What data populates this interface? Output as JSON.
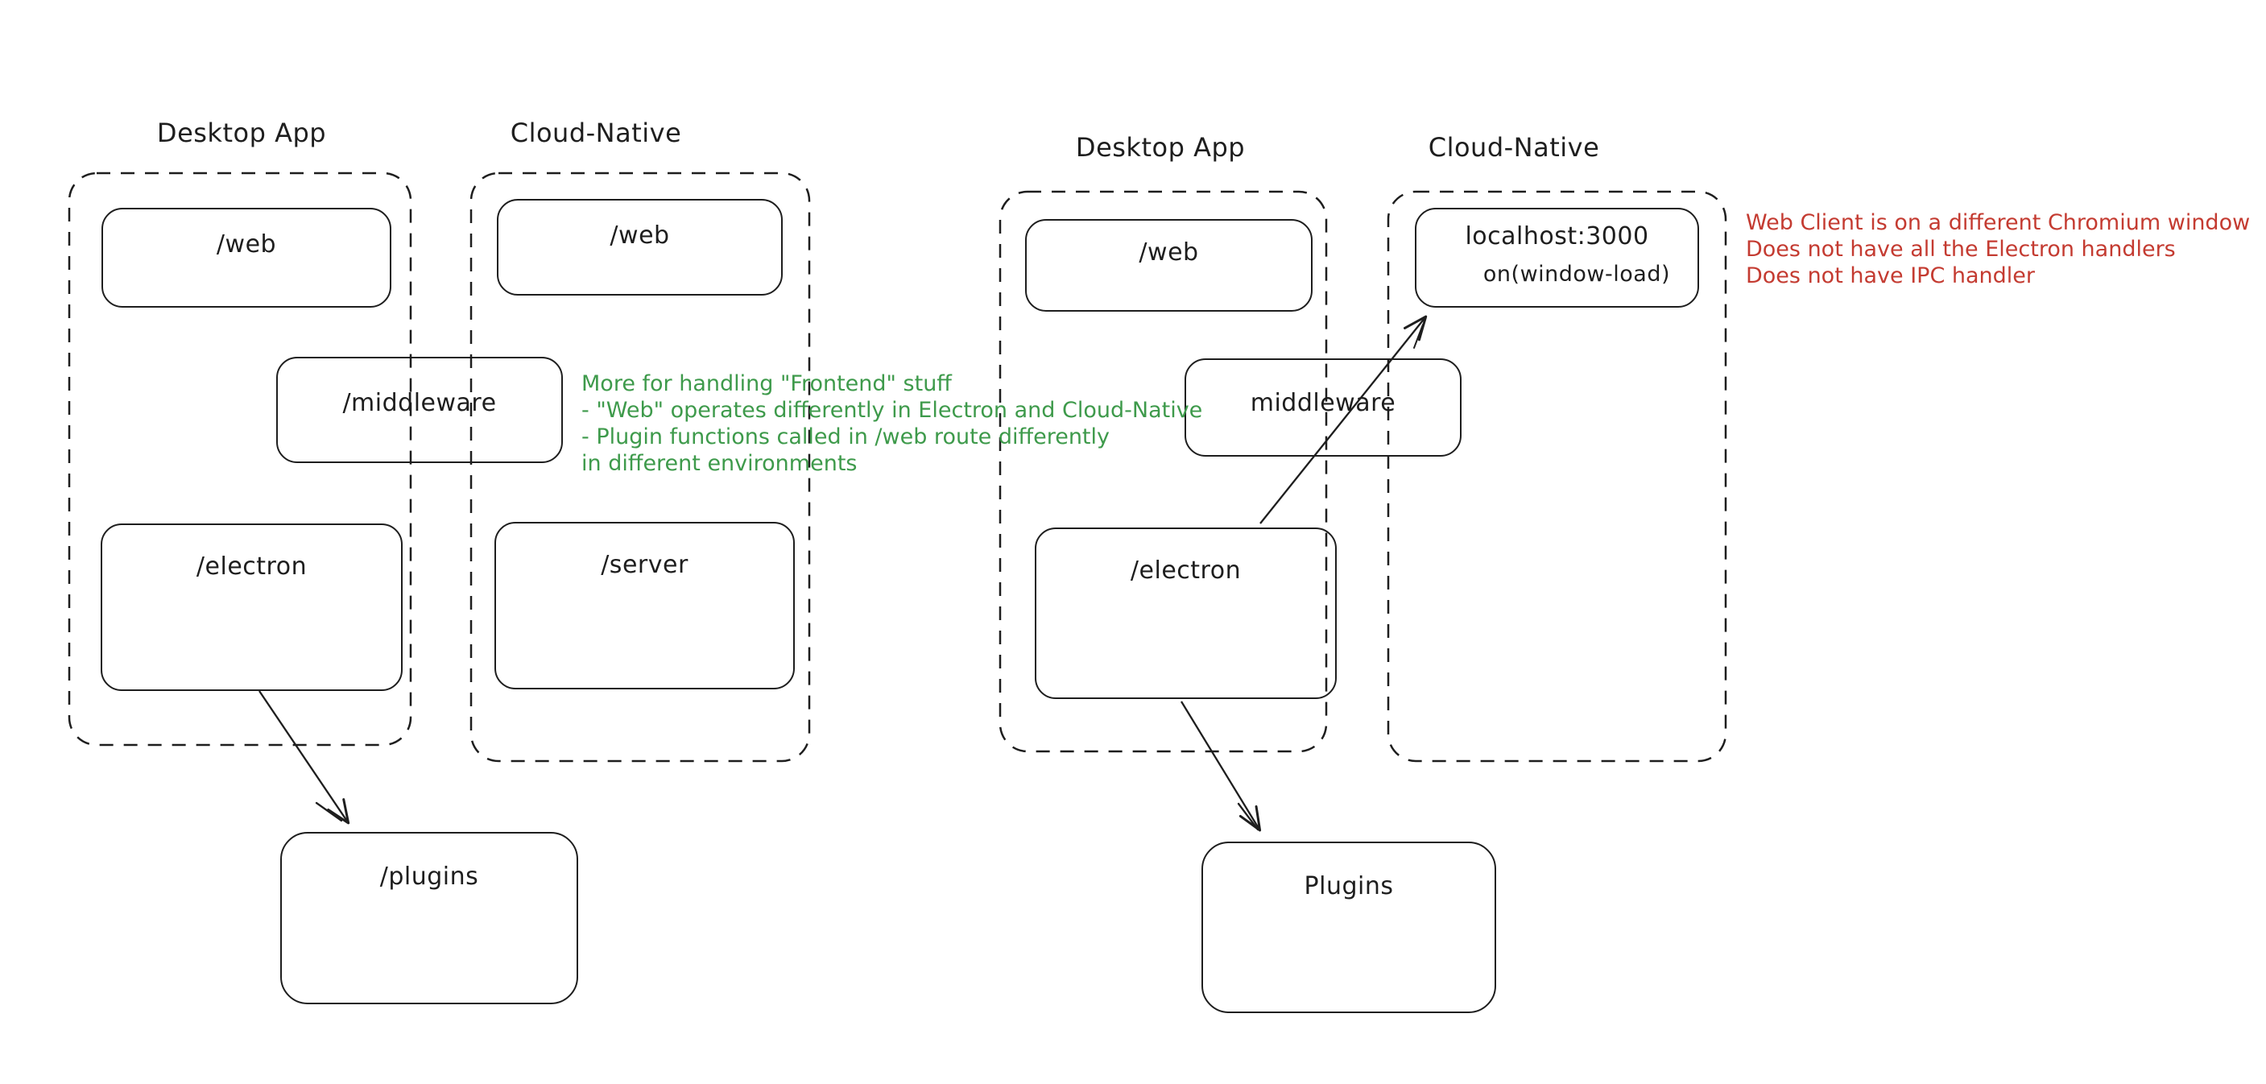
{
  "groups": {
    "left_desktop": {
      "title": "Desktop App"
    },
    "left_cloud": {
      "title": "Cloud-Native"
    },
    "right_desktop": {
      "title": "Desktop App"
    },
    "right_cloud": {
      "title": "Cloud-Native"
    }
  },
  "nodes": {
    "left_web_desktop": "/web",
    "left_web_cloud": "/web",
    "left_middleware": "/middleware",
    "left_electron": "/electron",
    "left_server": "/server",
    "left_plugins": "/plugins",
    "right_web": "/web",
    "right_localhost_title": "localhost:3000",
    "right_localhost_event": "on(window-load)",
    "right_middleware": "middleware",
    "right_electron": "/electron",
    "right_plugins": "Plugins"
  },
  "annotations": {
    "green": {
      "lines": [
        "More for handling \"Frontend\" stuff",
        "- \"Web\" operates differently in Electron and Cloud-Native",
        "- Plugin functions called in /web route differently",
        "in different environments"
      ]
    },
    "red": {
      "lines": [
        "Web Client is on a different Chromium window",
        "Does not have all the Electron handlers",
        "Does not have IPC handler"
      ]
    }
  },
  "colors": {
    "stroke": "#1e1e1e",
    "green": "#3e9a4b",
    "red": "#c43b31",
    "background": "#ffffff"
  }
}
